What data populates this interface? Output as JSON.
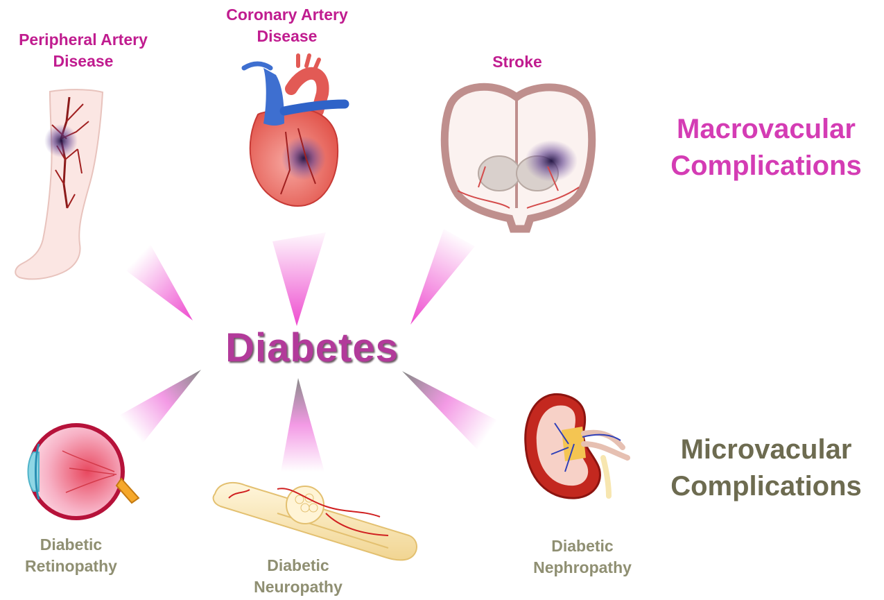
{
  "center": {
    "title": "Diabetes"
  },
  "categories": {
    "macro": {
      "line1": "Macrovacular",
      "line2": "Complications",
      "color": "#d43cb4"
    },
    "micro": {
      "line1": "Microvacular",
      "line2": "Complications",
      "color": "#6d6b50"
    }
  },
  "complications": {
    "pad": {
      "line1": "Peripheral Artery",
      "line2": "Disease",
      "icon": "leg-icon"
    },
    "cad": {
      "line1": "Coronary Artery",
      "line2": "Disease",
      "icon": "heart-icon"
    },
    "stroke": {
      "line1": "Stroke",
      "icon": "brain-icon"
    },
    "retinopathy": {
      "line1": "Diabetic",
      "line2": "Retinopathy",
      "icon": "eye-icon"
    },
    "neuropathy": {
      "line1": "Diabetic",
      "line2": "Neuropathy",
      "icon": "nerve-icon"
    },
    "nephropathy": {
      "line1": "Diabetic",
      "line2": "Nephropathy",
      "icon": "kidney-icon"
    }
  },
  "colors": {
    "macro_text": "#c01c8f",
    "micro_text": "#8f8f72",
    "arrow_pink": "#f05bd0",
    "arrow_gray": "#8a8a8a"
  }
}
